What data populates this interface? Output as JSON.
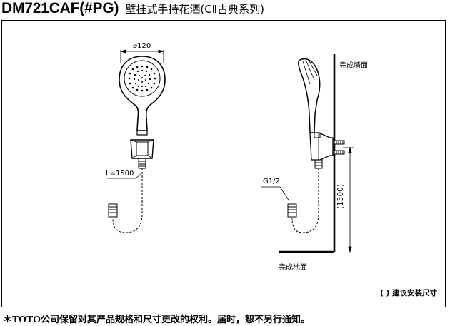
{
  "header": {
    "model": "DM721CAF(#PG)",
    "description": "壁挂式手持花洒(CⅡ古典系列)"
  },
  "drawing": {
    "front_view": {
      "diameter_label": "ø120",
      "hose_length_label": "L=1500"
    },
    "side_view": {
      "wall_label": "完成墙面",
      "thread_label": "G1/2",
      "height_label": "(1500)",
      "floor_label": "完成地面"
    },
    "legend": "( ) 建议安装尺寸"
  },
  "footer": {
    "star": "＊",
    "brand": "TOTO",
    "text": "公司保留对其产品规格和尺寸更改的权利。届时，恕不另行通知。"
  }
}
